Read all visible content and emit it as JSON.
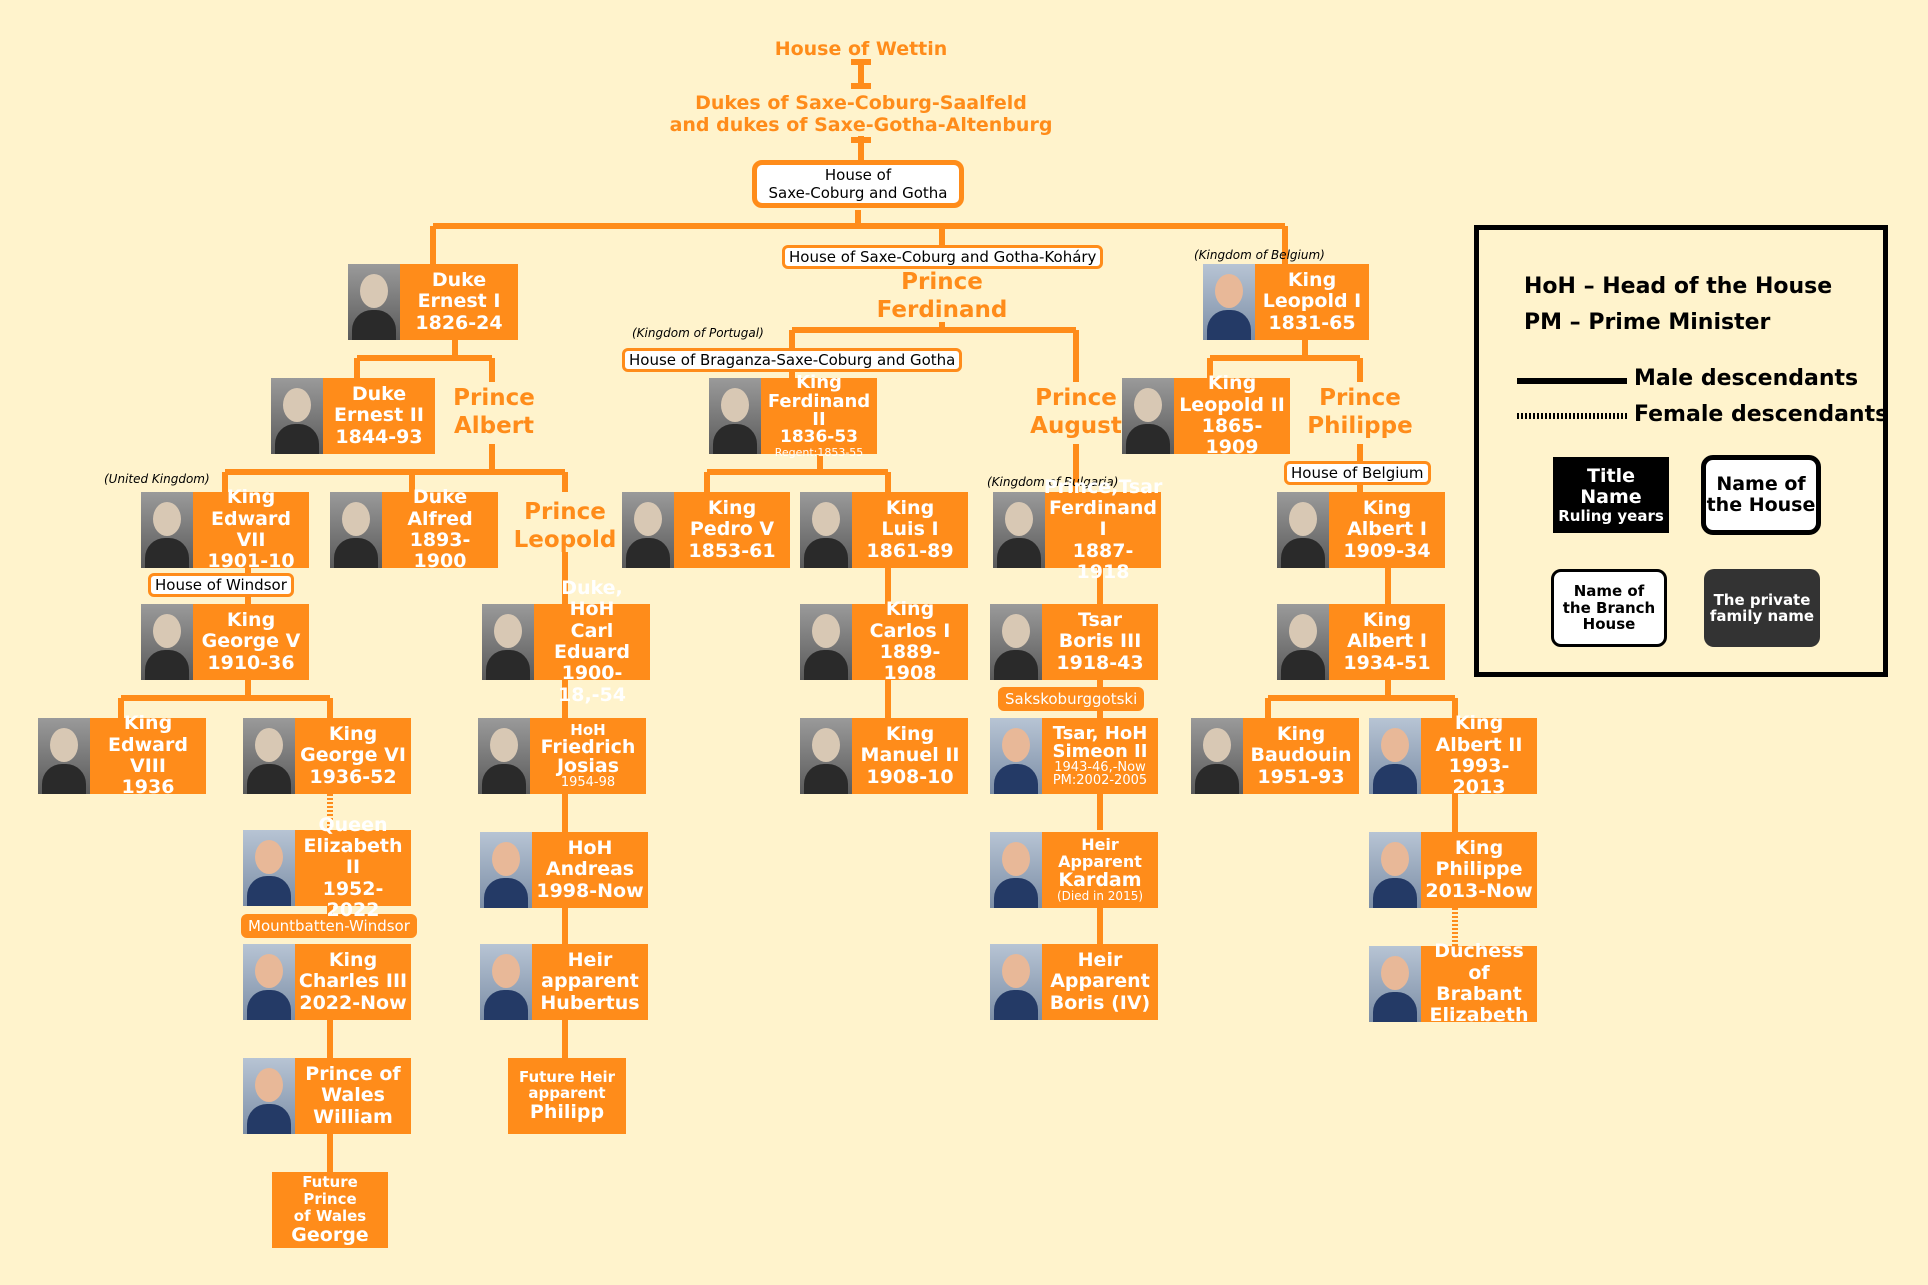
{
  "header": {
    "wettin": "House of Wettin",
    "dukes_line1": "Dukes of Saxe-Coburg-Saalfeld",
    "dukes_line2": "and dukes of Saxe-Gotha-Altenburg",
    "house_line1": "House of",
    "house_line2": "Saxe-Coburg and Gotha"
  },
  "tags": {
    "kohary": "House of Saxe-Coburg and Gotha-Koháry",
    "braganza": "House of Braganza-Saxe-Coburg and Gotha",
    "belgium": "House of Belgium",
    "windsor": "House of Windsor",
    "mountbatten": "Mountbatten-Windsor",
    "sakskoburggotski": "Sakskoburggotski"
  },
  "kingdoms": {
    "belgium": "(Kingdom of   Belgium)",
    "portugal": "(Kingdom of Portugal)",
    "uk": "(United Kingdom)",
    "bulgaria": "(Kingdom of   Bulgaria)"
  },
  "plain": {
    "prince_ferdinand_1": "Prince",
    "prince_ferdinand_2": "Ferdinand",
    "prince_albert_1": "Prince",
    "prince_albert_2": "Albert",
    "prince_leopold_1": "Prince",
    "prince_leopold_2": "Leopold",
    "prince_august_1": "Prince",
    "prince_august_2": "August",
    "prince_philippe_1": "Prince",
    "prince_philippe_2": "Philippe"
  },
  "nodes": {
    "ernest1": {
      "l1": "Duke",
      "l2": "Ernest I",
      "l3": "1826-24"
    },
    "ernest2": {
      "l1": "Duke",
      "l2": "Ernest II",
      "l3": "1844-93"
    },
    "edward7": {
      "l1": "King",
      "l2": "Edward VII",
      "l3": "1901-10"
    },
    "alfred": {
      "l1": "Duke",
      "l2": "Alfred",
      "l3": "1893-1900"
    },
    "george5": {
      "l1": "King",
      "l2": "George V",
      "l3": "1910-36"
    },
    "edward8": {
      "l1": "King",
      "l2": "Edward VIII",
      "l3": "1936"
    },
    "george6": {
      "l1": "King",
      "l2": "George VI",
      "l3": "1936-52"
    },
    "elizabeth2": {
      "l1": "Queen",
      "l2": "Elizabeth II",
      "l3": "1952-2022"
    },
    "charles3": {
      "l1": "King",
      "l2": "Charles III",
      "l3": "2022-Now"
    },
    "william": {
      "l1": "Prince of",
      "l2": "Wales",
      "l3": "William"
    },
    "george_future": {
      "l1": "Future Prince",
      "l2": "of Wales",
      "l3": "George"
    },
    "carl_eduard": {
      "l1": "Duke, HoH",
      "l2": "Carl Eduard",
      "l3": "1900-18,-54"
    },
    "friedrich_josias": {
      "l1": "HoH",
      "l2": "Friedrich",
      "l3": "Josias",
      "l4": "1954-98"
    },
    "andreas": {
      "l1": "HoH",
      "l2": "Andreas",
      "l3": "1998-Now"
    },
    "hubertus": {
      "l1": "Heir",
      "l2": "apparent",
      "l3": "Hubertus"
    },
    "philipp": {
      "l1": "Future Heir",
      "l2": "apparent",
      "l3": "Philipp"
    },
    "ferdinand2": {
      "l1": "King",
      "l2": "Ferdinand II",
      "l3": "1836-53",
      "l4": "Regent:1853-55"
    },
    "pedro5": {
      "l1": "King",
      "l2": "Pedro V",
      "l3": "1853-61"
    },
    "luis1": {
      "l1": "King",
      "l2": "Luis I",
      "l3": "1861-89"
    },
    "carlos1": {
      "l1": "King",
      "l2": "Carlos I",
      "l3": "1889-1908"
    },
    "manuel2": {
      "l1": "King",
      "l2": "Manuel II",
      "l3": "1908-10"
    },
    "ferdinand_bg": {
      "l1": "Prince,Tsar",
      "l2": "Ferdinand I",
      "l3": "1887-1918"
    },
    "boris3": {
      "l1": "Tsar",
      "l2": "Boris III",
      "l3": "1918-43"
    },
    "simeon2": {
      "l1": "Tsar, HoH",
      "l2": "Simeon II",
      "l3": "1943-46,-Now",
      "l4": "PM:2002-2005"
    },
    "kardam": {
      "l1": "Heir",
      "l2": "Apparent",
      "l3": "Kardam",
      "l4": "(Died in 2015)",
      "pre": "Heir"
    },
    "boris4": {
      "l1": "Heir",
      "l2": "Apparent",
      "l3": "Boris (IV)"
    },
    "leopold1": {
      "l1": "King",
      "l2": "Leopold I",
      "l3": "1831-65"
    },
    "leopold2": {
      "l1": "King",
      "l2": "Leopold II",
      "l3": "1865-1909"
    },
    "albert1a": {
      "l1": "King",
      "l2": "Albert I",
      "l3": "1909-34"
    },
    "albert1b": {
      "l1": "King",
      "l2": "Albert I",
      "l3": "1934-51"
    },
    "baudouin": {
      "l1": "King",
      "l2": "Baudouin",
      "l3": "1951-93"
    },
    "albert2": {
      "l1": "King",
      "l2": "Albert II",
      "l3": "1993-2013"
    },
    "philippe": {
      "l1": "King",
      "l2": "Philippe",
      "l3": "2013-Now"
    },
    "elisabeth": {
      "l1": "Duchess of",
      "l2": "Brabant",
      "l3": "Elizabeth"
    }
  },
  "legend": {
    "hoh": "HoH – Head of the House",
    "pm": "PM – Prime Minister",
    "male": "Male descendants",
    "female": "Female descendants",
    "sw_title_1": "Title",
    "sw_title_2": "Name",
    "sw_title_3": "Ruling years",
    "sw_house_1": "Name of",
    "sw_house_2": "the House",
    "sw_branch_1": "Name of",
    "sw_branch_2": "the Branch",
    "sw_branch_3": "House",
    "sw_private_1": "The private",
    "sw_private_2": "family name"
  },
  "colors": {
    "accent": "#ff8c1a",
    "background": "#fff3cc"
  }
}
